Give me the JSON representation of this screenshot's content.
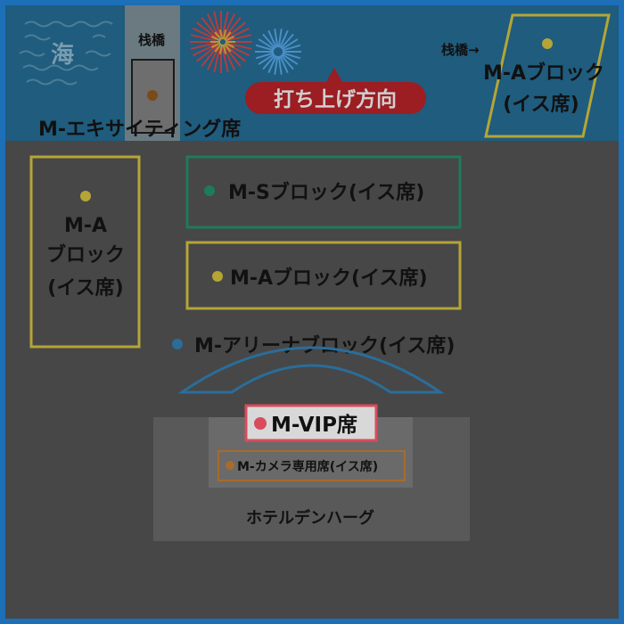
{
  "sea": {
    "label": "海"
  },
  "pier_left": {
    "label": "栈橋"
  },
  "pier_right": {
    "label": "栈橋→"
  },
  "fireworks": {
    "label": "打ち上げ方向"
  },
  "blocks": {
    "exciting": {
      "label": "M-エキサイティング席"
    },
    "a_top_right": {
      "line1": "M-Aブロック",
      "line2": "(イス席)"
    },
    "a_left": {
      "line1": "M-A",
      "line2": "ブロック",
      "line3": "(イス席)"
    },
    "s_block": {
      "label": "M-Sブロック(イス席)"
    },
    "a_center": {
      "label": "M-Aブロック(イス席)"
    },
    "arena": {
      "label": "M-アリーナブロック(イス席)"
    },
    "vip": {
      "label": "M-VIP席"
    },
    "camera": {
      "label": "M-カメラ専用席(イス席)"
    }
  },
  "hotel": {
    "label": "ホテルデンハーグ"
  },
  "colors": {
    "frame": "#1d6fb8",
    "sea": "#1f5c7e",
    "ground": "#474747",
    "building": "#595959",
    "building_inner": "#6a6a6a",
    "a_block": "#b5a536",
    "s_block": "#1f7a5a",
    "arena": "#2a6d9a",
    "vip": "#d94c5c",
    "camera": "#a86b2b",
    "fireworks_pill": "#9c1d22"
  },
  "icons": [
    "wave-icon",
    "firework-icon",
    "arrow-up-icon",
    "dot-marker-icon"
  ]
}
